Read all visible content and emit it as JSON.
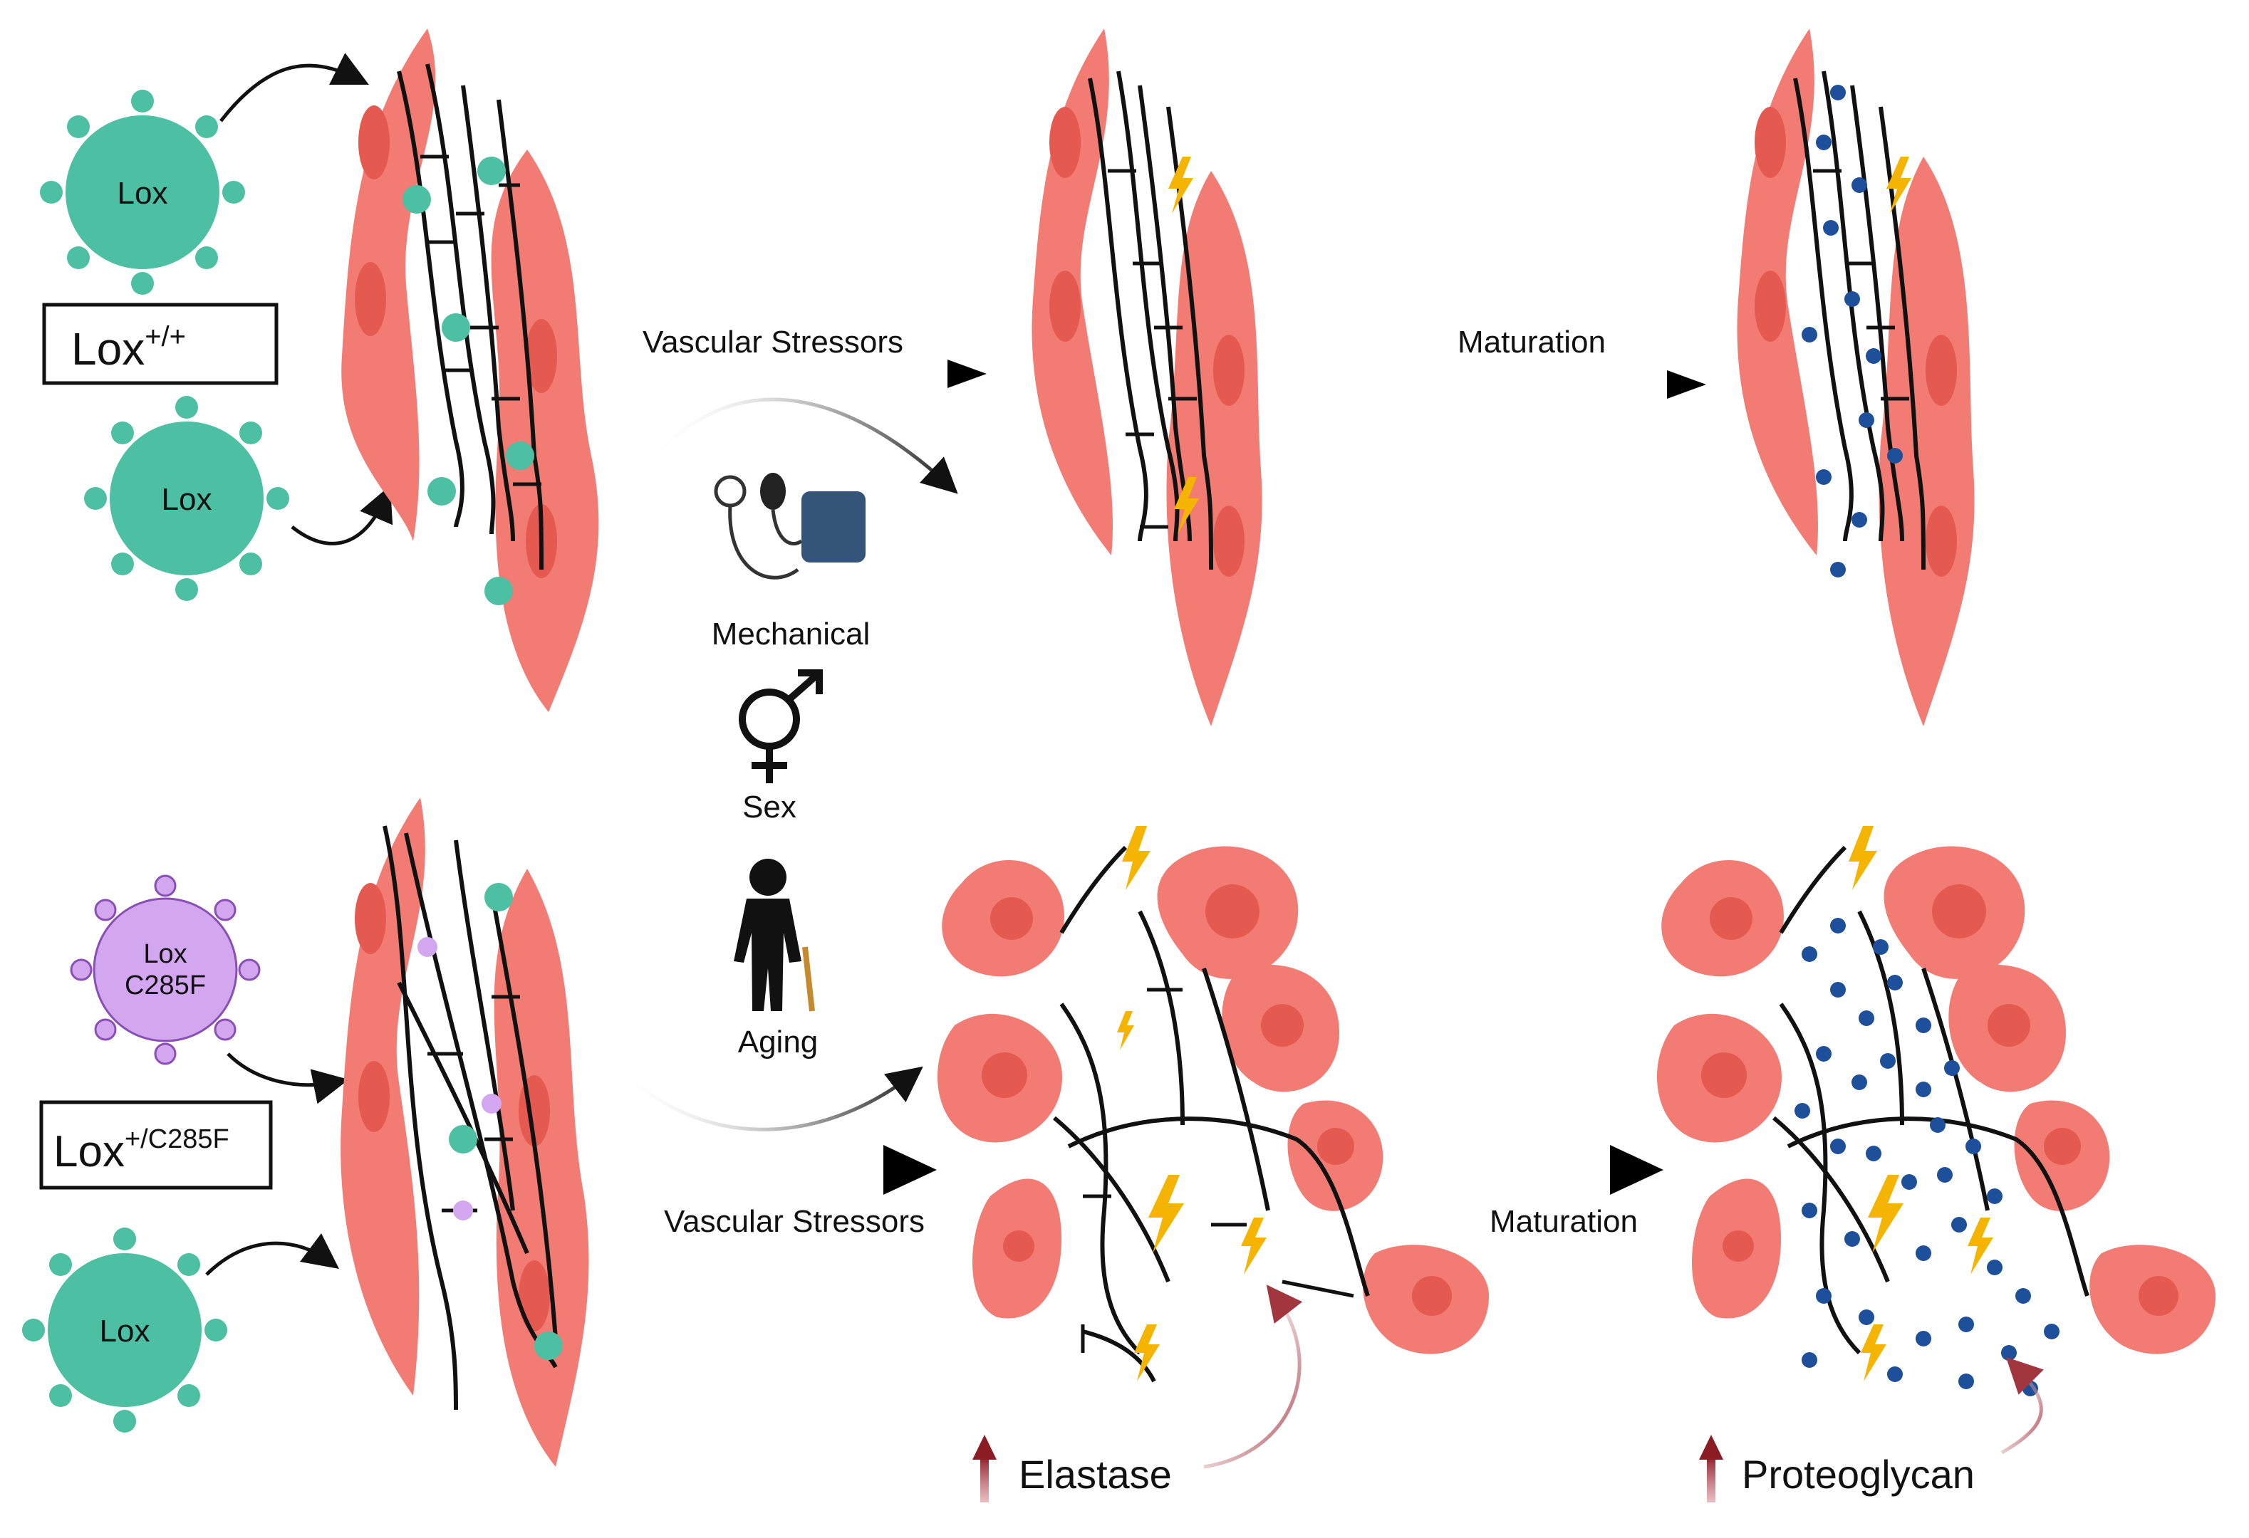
{
  "enzymes": {
    "lox": "Lox",
    "mutant_line1": "Lox",
    "mutant_line2": "C285F"
  },
  "genotypes": {
    "wildtype_base": "Lox",
    "wildtype_sup": "+/+",
    "mutant_base": "Lox",
    "mutant_sup": "+/C285F"
  },
  "arrows": {
    "stressors_top": "Vascular Stressors",
    "maturation_top": "Maturation",
    "stressors_bottom": "Vascular Stressors",
    "maturation_bottom": "Maturation"
  },
  "stressors": {
    "mechanical": "Mechanical",
    "sex": "Sex",
    "aging": "Aging"
  },
  "outcomes": {
    "elastase": "Elastase",
    "proteoglycan": "Proteoglycan"
  },
  "colors": {
    "smc_fill": "#f27b73",
    "smc_nucleus": "#e55a50",
    "lox_wt": "#4dbfa3",
    "lox_mutant": "#d3a6f0",
    "proteoglycan_dot": "#1e4f9a",
    "lightning": "#f5b400",
    "increase_arrow": "#8b1c24",
    "fiber": "#111111"
  },
  "icons": {
    "mechanical": "blood-pressure-cuff-icon",
    "sex": "gender-symbol-icon",
    "aging": "elderly-person-icon",
    "stress": "lightning-icon",
    "increase": "up-arrow-icon"
  }
}
